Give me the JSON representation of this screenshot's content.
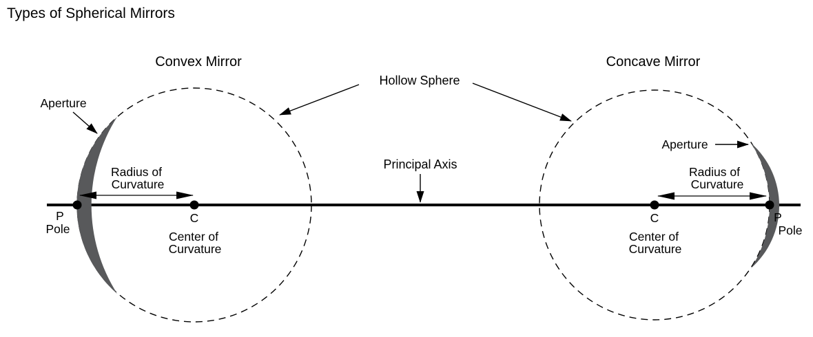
{
  "page": {
    "title": "Types of Spherical Mirrors"
  },
  "colors": {
    "mirror_fill": "#58595b",
    "line": "#000000",
    "background": "#ffffff"
  },
  "shared": {
    "hollow_sphere": "Hollow Sphere",
    "principal_axis": "Principal Axis"
  },
  "convex": {
    "title": "Convex Mirror",
    "aperture": "Aperture",
    "radius_line1": "Radius of",
    "radius_line2": "Curvature",
    "pole_symbol": "P",
    "pole_label": "Pole",
    "center_symbol": "C",
    "center_line1": "Center of",
    "center_line2": "Curvature"
  },
  "concave": {
    "title": "Concave Mirror",
    "aperture": "Aperture",
    "radius_line1": "Radius of",
    "radius_line2": "Curvature",
    "pole_symbol": "P",
    "pole_label": "Pole",
    "center_symbol": "C",
    "center_line1": "Center of",
    "center_line2": "Curvature"
  }
}
